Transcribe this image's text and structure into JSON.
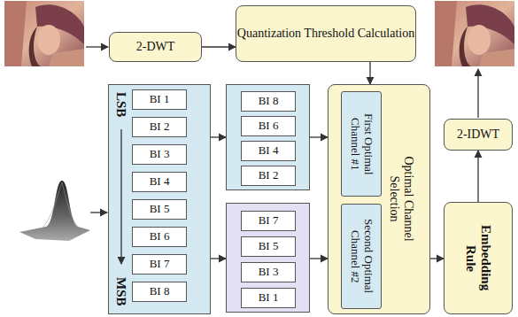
{
  "diagram": {
    "nodes": [
      {
        "text": [
          "2-DWT"
        ]
      },
      {
        "text": [
          "Quantization Threshold Calculation"
        ]
      },
      {
        "text": [
          "LSB",
          "MSB"
        ]
      },
      {
        "text": [
          "BI 1"
        ],
        "in": 2
      },
      {
        "text": [
          "BI 2"
        ],
        "in": 2
      },
      {
        "text": [
          "BI 3"
        ],
        "in": 2
      },
      {
        "text": [
          "BI 4"
        ],
        "in": 2
      },
      {
        "text": [
          "BI 5"
        ],
        "in": 2
      },
      {
        "text": [
          "BI 6"
        ],
        "in": 2
      },
      {
        "text": [
          "BI 7"
        ],
        "in": 2
      },
      {
        "text": [
          "BI 8"
        ],
        "in": 2
      },
      {
        "text": []
      },
      {
        "text": [
          "BI 8"
        ],
        "in": 11
      },
      {
        "text": [
          "BI 6"
        ],
        "in": 11
      },
      {
        "text": [
          "BI 4"
        ],
        "in": 11
      },
      {
        "text": [
          "BI 2"
        ],
        "in": 11
      },
      {
        "text": []
      },
      {
        "text": [
          "BI 7"
        ],
        "in": 16
      },
      {
        "text": [
          "BI 5"
        ],
        "in": 16
      },
      {
        "text": [
          "BI 3"
        ],
        "in": 16
      },
      {
        "text": [
          "BI 1"
        ],
        "in": 16
      },
      {
        "text": [
          "Optimal Channel Selection"
        ]
      },
      {
        "text": [
          "First Optimal Channel #1"
        ],
        "in": 21
      },
      {
        "text": [
          "Second Optimal Channel #2"
        ],
        "in": 21
      },
      {
        "text": [
          "2-IDWT"
        ]
      },
      {
        "text": [
          "Embedding Rule"
        ]
      }
    ],
    "edges": [
      {
        "from": 0,
        "to": 1,
        "arrow": "to"
      },
      {
        "from": 1,
        "to": 21,
        "arrow": "to"
      },
      {
        "from": 2,
        "to": 11,
        "arrow": "to"
      },
      {
        "from": 2,
        "to": 16,
        "arrow": "to"
      },
      {
        "from": 11,
        "to": 21,
        "arrow": "to"
      },
      {
        "from": 16,
        "to": 21,
        "arrow": "to"
      },
      {
        "from": 21,
        "to": 25,
        "arrow": "to"
      },
      {
        "from": 25,
        "to": 24,
        "arrow": "to"
      }
    ]
  }
}
